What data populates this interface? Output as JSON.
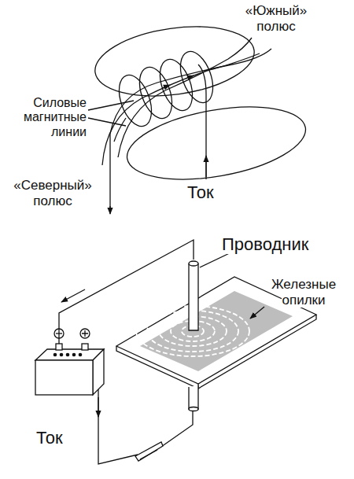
{
  "diagram": {
    "labels": [
      "«Южный» полюс",
      "Силовые магнитные линии",
      "«Северный» полюс",
      "Ток",
      "Проводник",
      "Железные опилки",
      "Ток"
    ]
  }
}
